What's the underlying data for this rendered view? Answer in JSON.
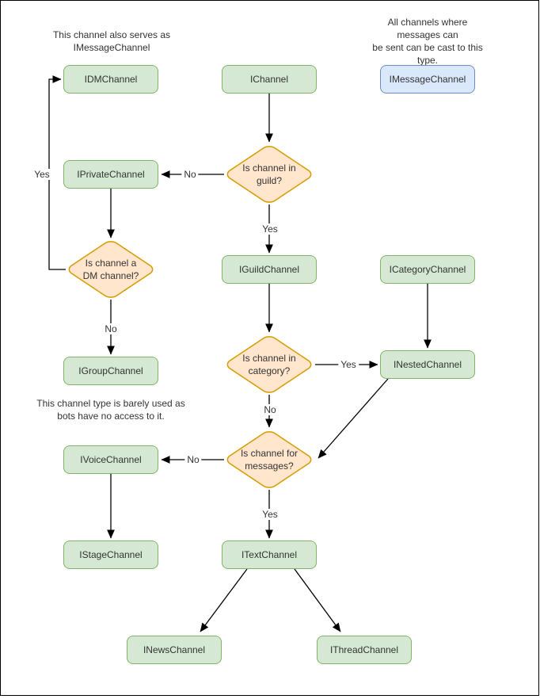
{
  "diagram": {
    "notes": [
      {
        "id": "note-dm",
        "text": "This channel also serves as\nIMessageChannel"
      },
      {
        "id": "note-message",
        "text": "All channels where messages can\nbe sent can be cast to this type."
      },
      {
        "id": "note-group",
        "text": "This channel type is barely used as\nbots have no access to it."
      }
    ],
    "nodes": [
      {
        "id": "IDMChannel",
        "label": "IDMChannel",
        "kind": "green"
      },
      {
        "id": "IChannel",
        "label": "IChannel",
        "kind": "green"
      },
      {
        "id": "IMessageChannel",
        "label": "IMessageChannel",
        "kind": "blue"
      },
      {
        "id": "IPrivateChannel",
        "label": "IPrivateChannel",
        "kind": "green"
      },
      {
        "id": "IGuildChannel",
        "label": "IGuildChannel",
        "kind": "green"
      },
      {
        "id": "ICategoryChannel",
        "label": "ICategoryChannel",
        "kind": "green"
      },
      {
        "id": "IGroupChannel",
        "label": "IGroupChannel",
        "kind": "green"
      },
      {
        "id": "INestedChannel",
        "label": "INestedChannel",
        "kind": "green"
      },
      {
        "id": "IVoiceChannel",
        "label": "IVoiceChannel",
        "kind": "green"
      },
      {
        "id": "IStageChannel",
        "label": "IStageChannel",
        "kind": "green"
      },
      {
        "id": "ITextChannel",
        "label": "ITextChannel",
        "kind": "green"
      },
      {
        "id": "INewsChannel",
        "label": "INewsChannel",
        "kind": "green"
      },
      {
        "id": "IThreadChannel",
        "label": "IThreadChannel",
        "kind": "green"
      }
    ],
    "decisions": [
      {
        "id": "decision-guild",
        "label": "Is channel in\nguild?"
      },
      {
        "id": "decision-dm",
        "label": "Is channel a\nDM channel?"
      },
      {
        "id": "decision-category",
        "label": "Is channel in\ncategory?"
      },
      {
        "id": "decision-messages",
        "label": "Is channel for\nmessages?"
      }
    ],
    "edges": [
      {
        "from": "IChannel",
        "to": "decision-guild"
      },
      {
        "from": "decision-guild",
        "to": "IPrivateChannel",
        "label": "No"
      },
      {
        "from": "decision-guild",
        "to": "IGuildChannel",
        "label": "Yes"
      },
      {
        "from": "IPrivateChannel",
        "to": "decision-dm"
      },
      {
        "from": "decision-dm",
        "to": "IDMChannel",
        "label": "Yes"
      },
      {
        "from": "decision-dm",
        "to": "IGroupChannel",
        "label": "No"
      },
      {
        "from": "IGuildChannel",
        "to": "decision-category"
      },
      {
        "from": "decision-category",
        "to": "INestedChannel",
        "label": "Yes"
      },
      {
        "from": "ICategoryChannel",
        "to": "INestedChannel"
      },
      {
        "from": "decision-category",
        "to": "decision-messages",
        "label": "No"
      },
      {
        "from": "INestedChannel",
        "to": "decision-messages"
      },
      {
        "from": "decision-messages",
        "to": "IVoiceChannel",
        "label": "No"
      },
      {
        "from": "decision-messages",
        "to": "ITextChannel",
        "label": "Yes"
      },
      {
        "from": "IVoiceChannel",
        "to": "IStageChannel"
      },
      {
        "from": "ITextChannel",
        "to": "INewsChannel"
      },
      {
        "from": "ITextChannel",
        "to": "IThreadChannel"
      }
    ],
    "colors": {
      "node_fill": "#d5e8d4",
      "node_stroke": "#82b366",
      "blue_fill": "#dae8fc",
      "blue_stroke": "#6c8ebf",
      "decision_fill": "#ffe6cc",
      "decision_stroke": "#d79b00",
      "edge_color": "#000000",
      "text_color": "#333333"
    }
  }
}
